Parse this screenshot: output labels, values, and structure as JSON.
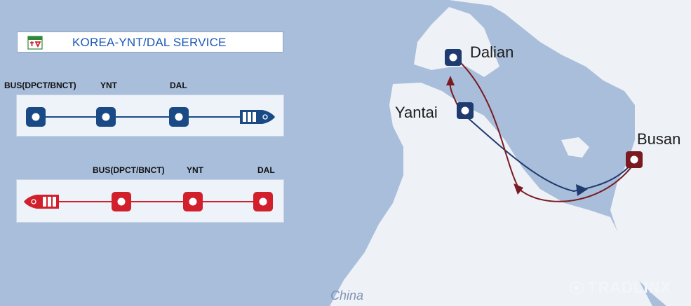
{
  "title": "KOREA-YNT/DAL SERVICE",
  "northbound": {
    "ports": [
      "BUS(DPCT/BNCT)",
      "YNT",
      "DAL"
    ],
    "color": "#1a4a86"
  },
  "southbound": {
    "ports": [
      "BUS(DPCT/BNCT)",
      "YNT",
      "DAL"
    ],
    "color": "#d1202b"
  },
  "map": {
    "places": {
      "dalian": "Dalian",
      "yantai": "Yantai",
      "busan": "Busan"
    },
    "country": "China",
    "colors": {
      "sea": "#a9bedb",
      "land": "#eef2f7",
      "route_north": "#1e3a6e",
      "route_south": "#7a1b22",
      "port_marker_china": "#1e3a6e",
      "port_marker_korea": "#7a1b22"
    }
  },
  "watermark": "TRADLINX"
}
